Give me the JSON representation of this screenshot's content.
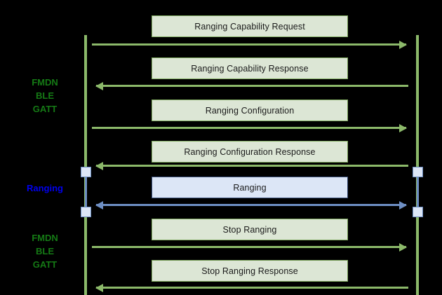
{
  "diagram": {
    "title": "Ranging sequence diagram",
    "background_color": "#000000",
    "colors": {
      "lifeline_green": "#8cb96a",
      "lifeline_blue": "#6e8fc4",
      "box_green_fill": "#dce6d5",
      "box_green_border": "#7fa95f",
      "box_blue_fill": "#dce6f6",
      "box_blue_border": "#3a4f7a",
      "label_green": "#157a15",
      "label_blue": "#0000ee",
      "box_text": "#1a1a1a"
    }
  },
  "phases": [
    {
      "id": "phase-fmdn-top",
      "lines": [
        "FMDN",
        "BLE",
        "GATT"
      ],
      "color": "green"
    },
    {
      "id": "phase-ranging",
      "lines": [
        "Ranging"
      ],
      "color": "blue"
    },
    {
      "id": "phase-fmdn-bottom",
      "lines": [
        "FMDN",
        "BLE",
        "GATT"
      ],
      "color": "green"
    }
  ],
  "messages": [
    {
      "label": "Ranging Capability Request",
      "direction": "right",
      "style": "green"
    },
    {
      "label": "Ranging Capability Response",
      "direction": "left",
      "style": "green"
    },
    {
      "label": "Ranging Configuration",
      "direction": "right",
      "style": "green"
    },
    {
      "label": "Ranging Configuration Response",
      "direction": "left",
      "style": "green"
    },
    {
      "label": "Ranging",
      "direction": "both",
      "style": "blue"
    },
    {
      "label": "Stop Ranging",
      "direction": "right",
      "style": "green"
    },
    {
      "label": "Stop Ranging Response",
      "direction": "left",
      "style": "green"
    }
  ]
}
